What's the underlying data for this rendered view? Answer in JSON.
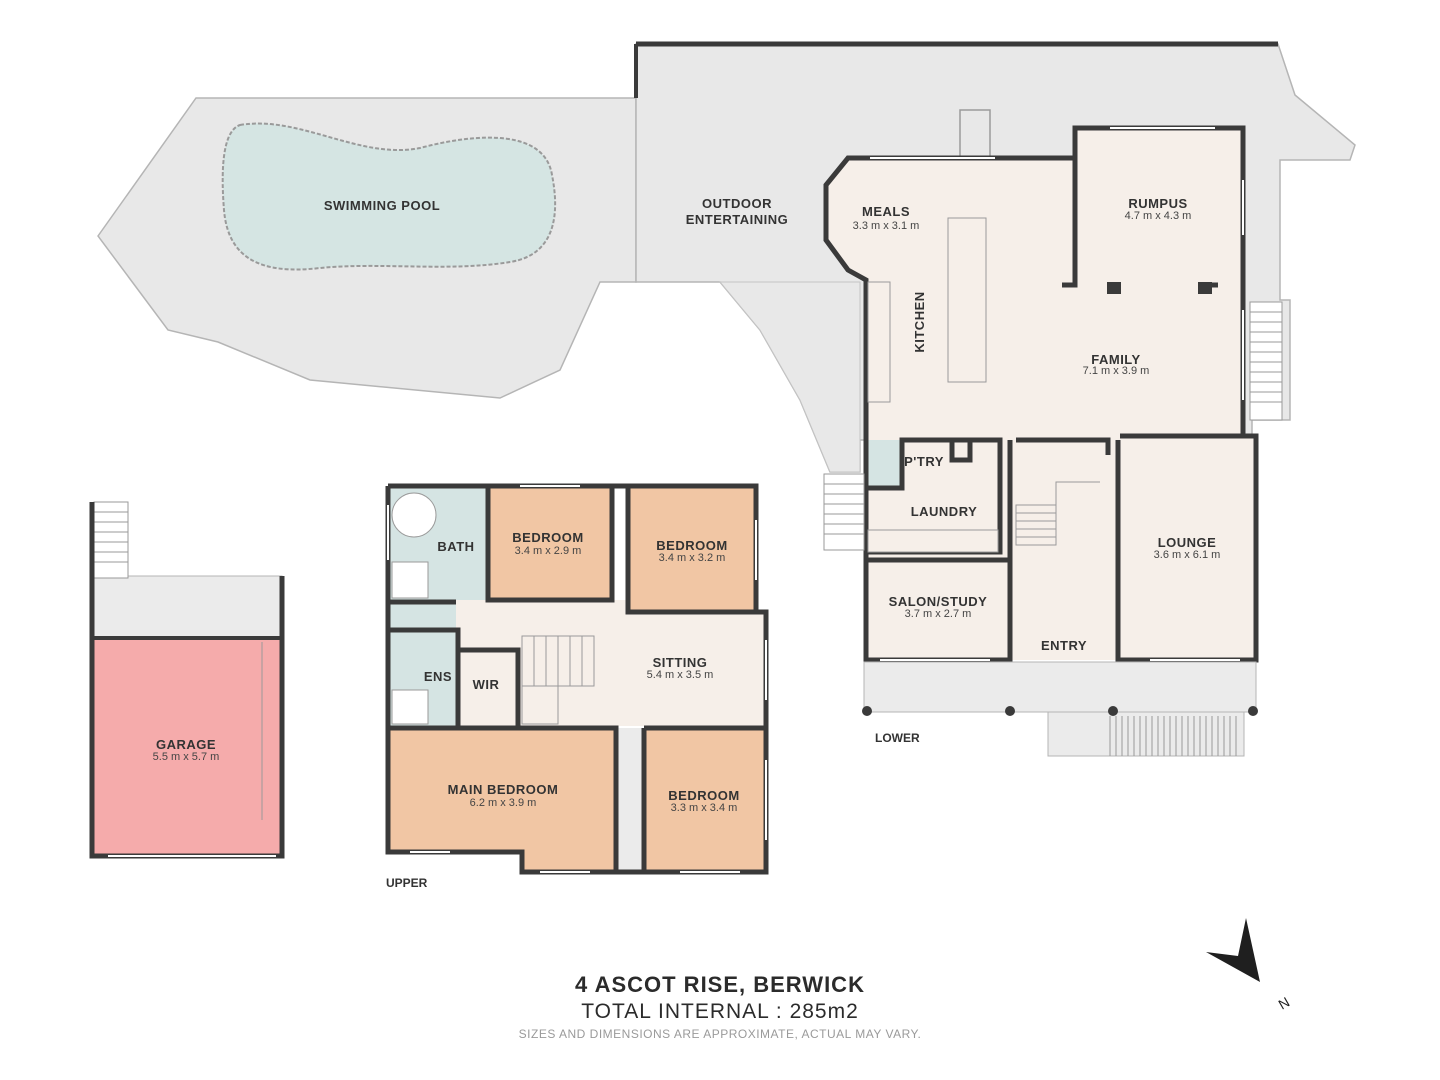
{
  "rooms": {
    "swimming_pool": {
      "label": "SWIMMING POOL"
    },
    "outdoor_line1": "OUTDOOR",
    "outdoor_line2": "ENTERTAINING",
    "meals": {
      "label": "MEALS",
      "dim": "3.3 m x 3.1 m"
    },
    "rumpus": {
      "label": "RUMPUS",
      "dim": "4.7 m x 4.3 m"
    },
    "kitchen": {
      "label": "KITCHEN"
    },
    "family": {
      "label": "FAMILY",
      "dim": "7.1 m x 3.9 m"
    },
    "pantry": {
      "label": "P'TRY"
    },
    "laundry": {
      "label": "LAUNDRY"
    },
    "lounge": {
      "label": "LOUNGE",
      "dim": "3.6 m x 6.1 m"
    },
    "salon": {
      "label": "SALON/STUDY",
      "dim": "3.7 m x 2.7 m"
    },
    "entry": {
      "label": "ENTRY"
    },
    "bath": {
      "label": "BATH"
    },
    "bedroom2": {
      "label": "BEDROOM",
      "dim": "3.4 m x 2.9 m"
    },
    "bedroom3": {
      "label": "BEDROOM",
      "dim": "3.4 m x 3.2 m"
    },
    "sitting": {
      "label": "SITTING",
      "dim": "5.4 m x 3.5 m"
    },
    "ens": {
      "label": "ENS"
    },
    "wir": {
      "label": "WIR"
    },
    "main_bedroom": {
      "label": "MAIN BEDROOM",
      "dim": "6.2 m x 3.9 m"
    },
    "bedroom4": {
      "label": "BEDROOM",
      "dim": "3.3 m x 3.4 m"
    },
    "garage": {
      "label": "GARAGE",
      "dim": "5.5 m x 5.7 m"
    }
  },
  "levels": {
    "lower": "LOWER",
    "upper": "UPPER"
  },
  "footer": {
    "address": "4 ASCOT RISE, BERWICK",
    "total": "TOTAL INTERNAL : 285m2",
    "disclaimer": "SIZES AND DIMENSIONS ARE APPROXIMATE, ACTUAL MAY VARY."
  },
  "compass": {
    "label": "N"
  },
  "colors": {
    "outdoor": "#e6e6e6",
    "pool": "#d7e6e4",
    "living": "#f5ede6",
    "bedroom": "#f1c6a4",
    "wet": "#d5e4e3",
    "garage": "#f4aaaa",
    "wall": "#3a3a3a"
  }
}
